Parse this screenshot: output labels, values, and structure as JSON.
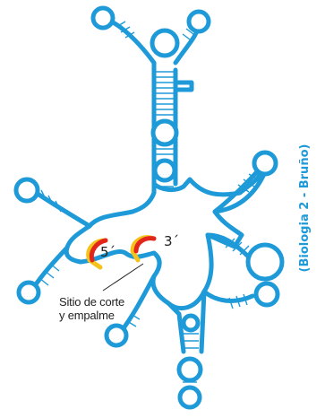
{
  "labels": {
    "five_prime": "5´",
    "three_prime": "3´",
    "caption_line1": "Sitio de corte",
    "caption_line2": "y empalme",
    "credit": "(Biologia 2 - Bruño)"
  },
  "colors": {
    "rna_strand": "#1e9ad8",
    "splice_site_outer": "#f4c21a",
    "splice_site_inner": "#e2261c",
    "credit_text": "#1e9ad8"
  }
}
